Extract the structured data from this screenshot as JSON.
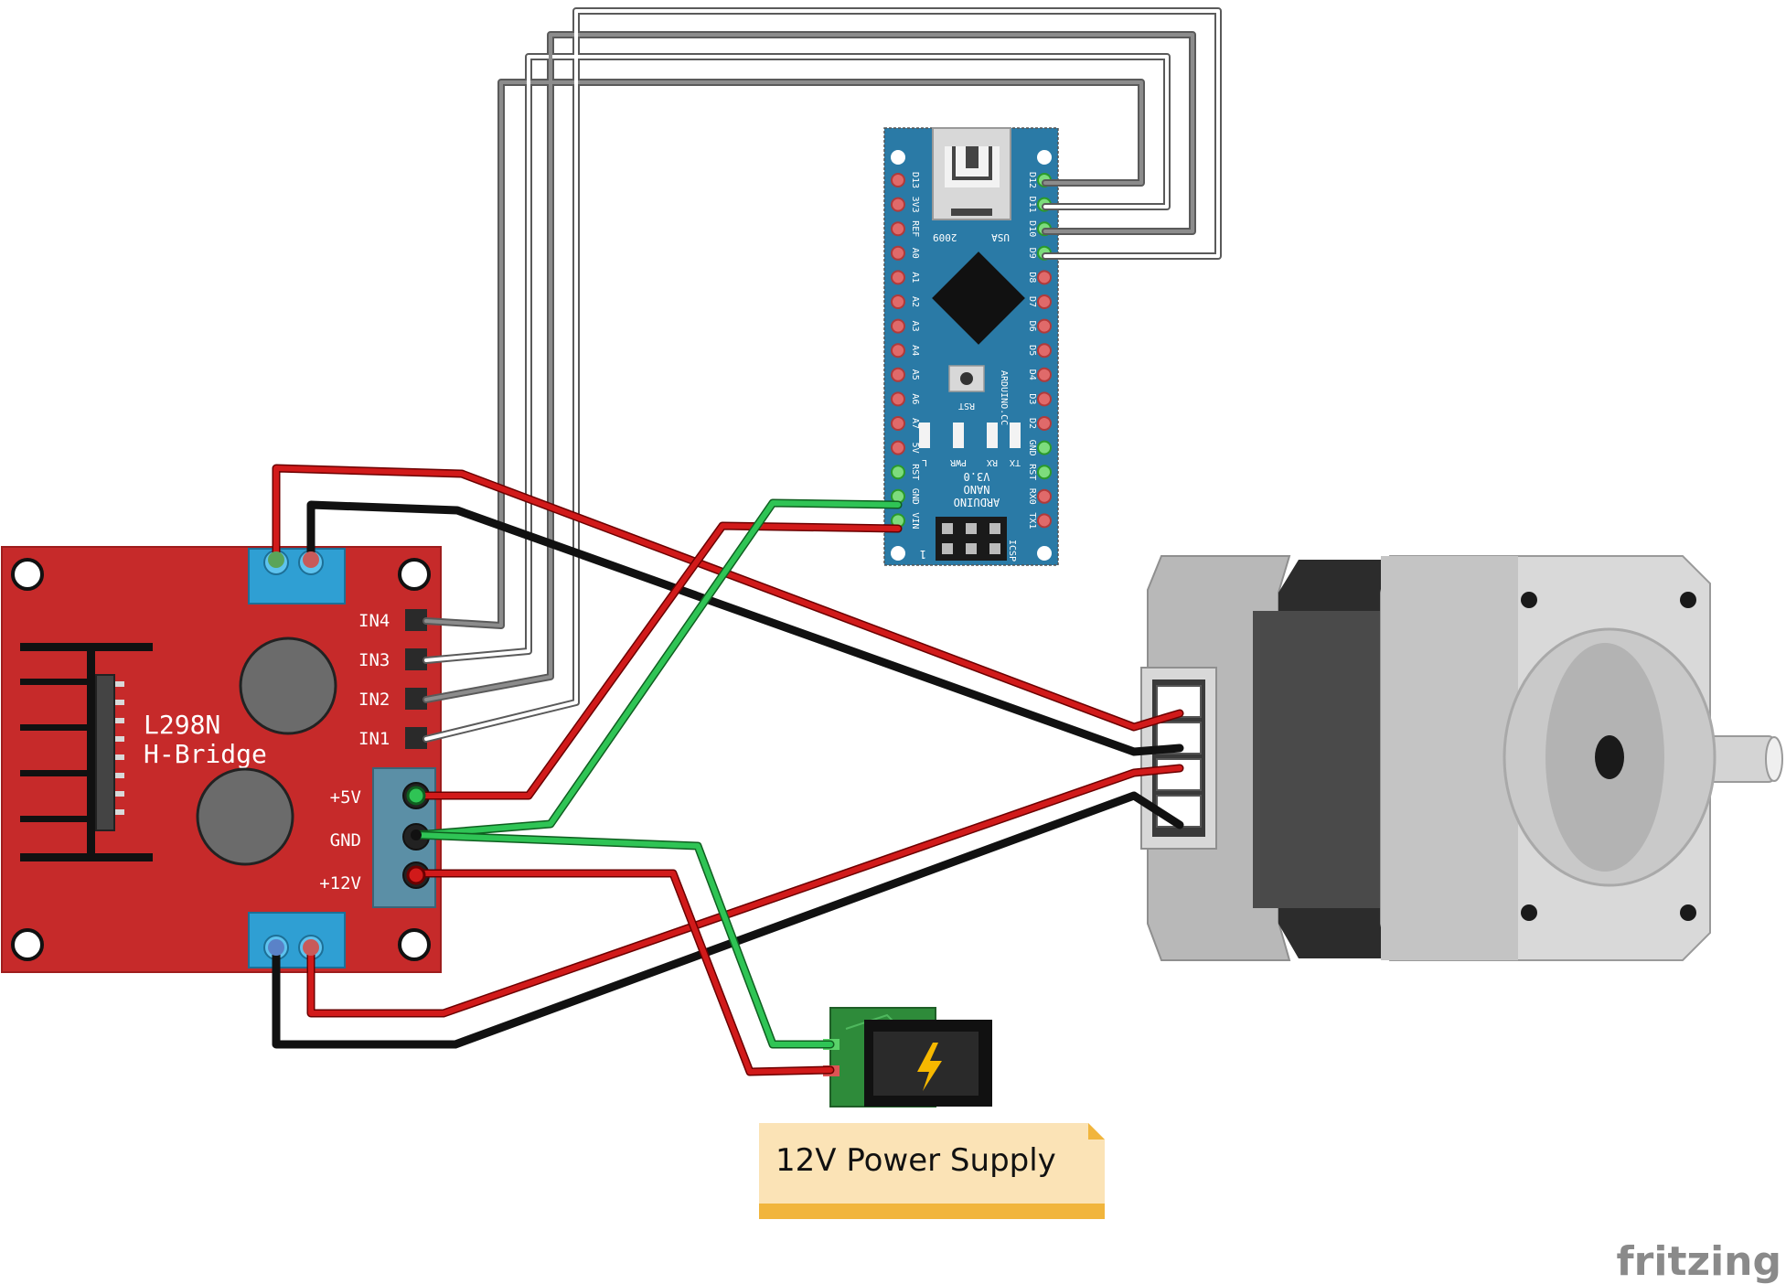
{
  "colors": {
    "background": "#ffffff",
    "hbridge_board": "#c62a2a",
    "terminal_block": "#2f9fd3",
    "nano_board": "#2a7aa6",
    "wire_red": "#c81818",
    "wire_black": "#111111",
    "wire_green": "#22b34a",
    "wire_gray": "#8a8a8a",
    "motor_body": "#bdbdbd",
    "note_fill": "#fbe3b6",
    "note_bar": "#f1b53c"
  },
  "icons": {
    "power_jack": "lightning-bolt-icon",
    "arduino_chip": "diamond-chip",
    "watermark": "fritzing-logo"
  },
  "hbridge": {
    "title_line1": "L298N",
    "title_line2": "H-Bridge",
    "inputs": [
      "IN4",
      "IN3",
      "IN2",
      "IN1"
    ],
    "power_labels": [
      "+5V",
      "GND",
      "+12V"
    ]
  },
  "nano": {
    "left_pins": [
      "D13",
      "3V3",
      "REF",
      "A0",
      "A1",
      "A2",
      "A3",
      "A4",
      "A5",
      "A6",
      "A7",
      "5V",
      "RST",
      "GND",
      "VIN"
    ],
    "right_pins": [
      "D12",
      "D11",
      "D10",
      "D9",
      "D8",
      "D7",
      "D6",
      "D5",
      "D4",
      "D3",
      "D2",
      "GND",
      "RST",
      "RX0",
      "TX1"
    ],
    "year": "2009",
    "usa": "USA",
    "rst_button_label": "RST",
    "site": "ARDUINO.CC",
    "name_lines": [
      "ARDUINO",
      "NANO",
      "V3.0"
    ],
    "led_labels": [
      "L",
      "PWR",
      "RX",
      "TX"
    ],
    "icsp": "ICSP",
    "icsp_one": "1"
  },
  "power_note": {
    "text": "12V Power Supply"
  },
  "watermark": "fritzing"
}
